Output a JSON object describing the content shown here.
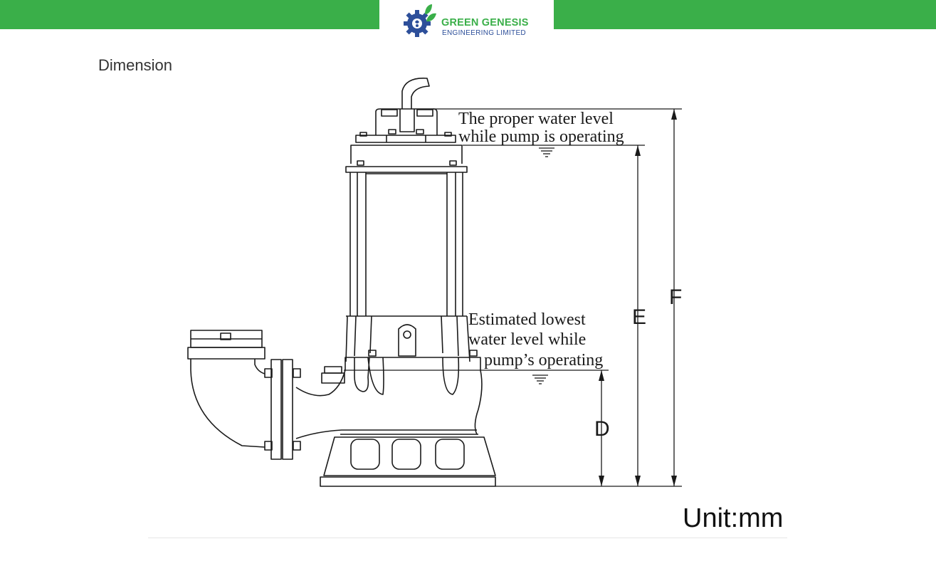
{
  "brand": {
    "name_line1": "GREEN GENESIS",
    "name_line2": "ENGINEERING LIMITED",
    "primary_color": "#3aaf49",
    "secondary_color": "#2d4f9a"
  },
  "page": {
    "heading": "Dimension",
    "unit": "Unit:mm"
  },
  "diagram": {
    "water_level_high": [
      "The proper water level",
      "while pump is operating"
    ],
    "water_level_low": [
      "Estimated lowest",
      "water level while",
      "pump’s operating"
    ],
    "dimensions": {
      "d": "D",
      "e": "E",
      "f": "F"
    }
  }
}
